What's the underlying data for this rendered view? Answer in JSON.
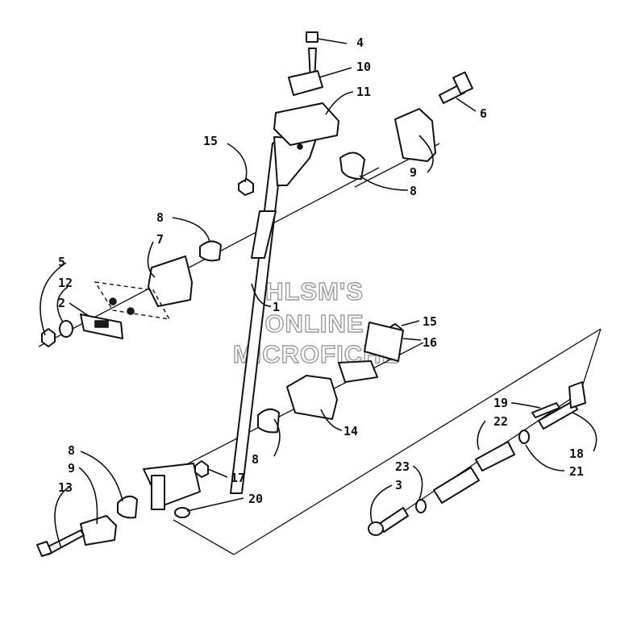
{
  "watermark": {
    "lines": [
      "HLSM'S",
      "ONLINE",
      "MICROFICHE"
    ],
    "color": "#9a9a9a"
  },
  "callouts": [
    {
      "id": "c4",
      "label": "4"
    },
    {
      "id": "c10",
      "label": "10"
    },
    {
      "id": "c11",
      "label": "11"
    },
    {
      "id": "c6",
      "label": "6"
    },
    {
      "id": "c15a",
      "label": "15"
    },
    {
      "id": "c9a",
      "label": "9"
    },
    {
      "id": "c8a",
      "label": "8"
    },
    {
      "id": "c8b",
      "label": "8"
    },
    {
      "id": "c7",
      "label": "7"
    },
    {
      "id": "c5",
      "label": "5"
    },
    {
      "id": "c12",
      "label": "12"
    },
    {
      "id": "c2",
      "label": "2"
    },
    {
      "id": "c1",
      "label": "1"
    },
    {
      "id": "c15b",
      "label": "15"
    },
    {
      "id": "c16",
      "label": "16"
    },
    {
      "id": "c14",
      "label": "14"
    },
    {
      "id": "c19",
      "label": "19"
    },
    {
      "id": "c22",
      "label": "22"
    },
    {
      "id": "c18",
      "label": "18"
    },
    {
      "id": "c21",
      "label": "21"
    },
    {
      "id": "c8c",
      "label": "8"
    },
    {
      "id": "c8d",
      "label": "8"
    },
    {
      "id": "c9b",
      "label": "9"
    },
    {
      "id": "c17",
      "label": "17"
    },
    {
      "id": "c20",
      "label": "20"
    },
    {
      "id": "c13",
      "label": "13"
    },
    {
      "id": "c23",
      "label": "23"
    },
    {
      "id": "c3",
      "label": "3"
    }
  ]
}
